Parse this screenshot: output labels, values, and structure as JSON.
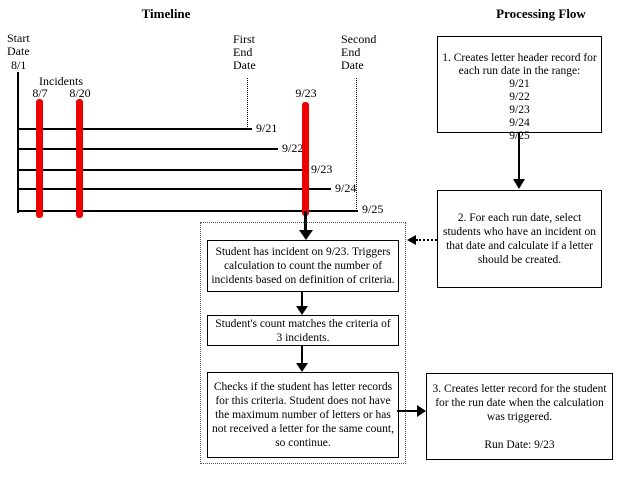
{
  "titles": {
    "timeline": "Timeline",
    "processing_flow": "Processing Flow"
  },
  "timeline": {
    "bar_color": "#ee0000",
    "start_date_label": "Start\nDate",
    "start_date_value": "8/1",
    "incidents_label": "Incidents",
    "incident_bars": [
      "8/7",
      "8/20"
    ],
    "trigger_bar_label": "9/23",
    "first_end_label": "First\nEnd\nDate",
    "second_end_label": "Second\nEnd\nDate",
    "run_labels": [
      "9/21",
      "9/22",
      "9/23",
      "9/24",
      "9/25"
    ]
  },
  "detail_flow": {
    "step1": "Student has incident on 9/23. Triggers calculation to count the number of incidents based on definition of criteria.",
    "step2": "Student's count matches the criteria of 3 incidents.",
    "step3": "Checks if the student has letter records for this criteria. Student does not have the maximum number of letters or has not received a letter for the same count, so continue."
  },
  "processing_flow": {
    "step1_heading": "1. Creates letter header record for each run date in the range:",
    "step1_dates": "9/21\n9/22\n9/23\n9/24\n9/25",
    "step2": "2. For each run date, select students who have an incident on that date and calculate if a letter should be created.",
    "step3": "3. Creates letter record for the student for the run date when the calculation was triggered.\n\nRun Date: 9/23"
  }
}
